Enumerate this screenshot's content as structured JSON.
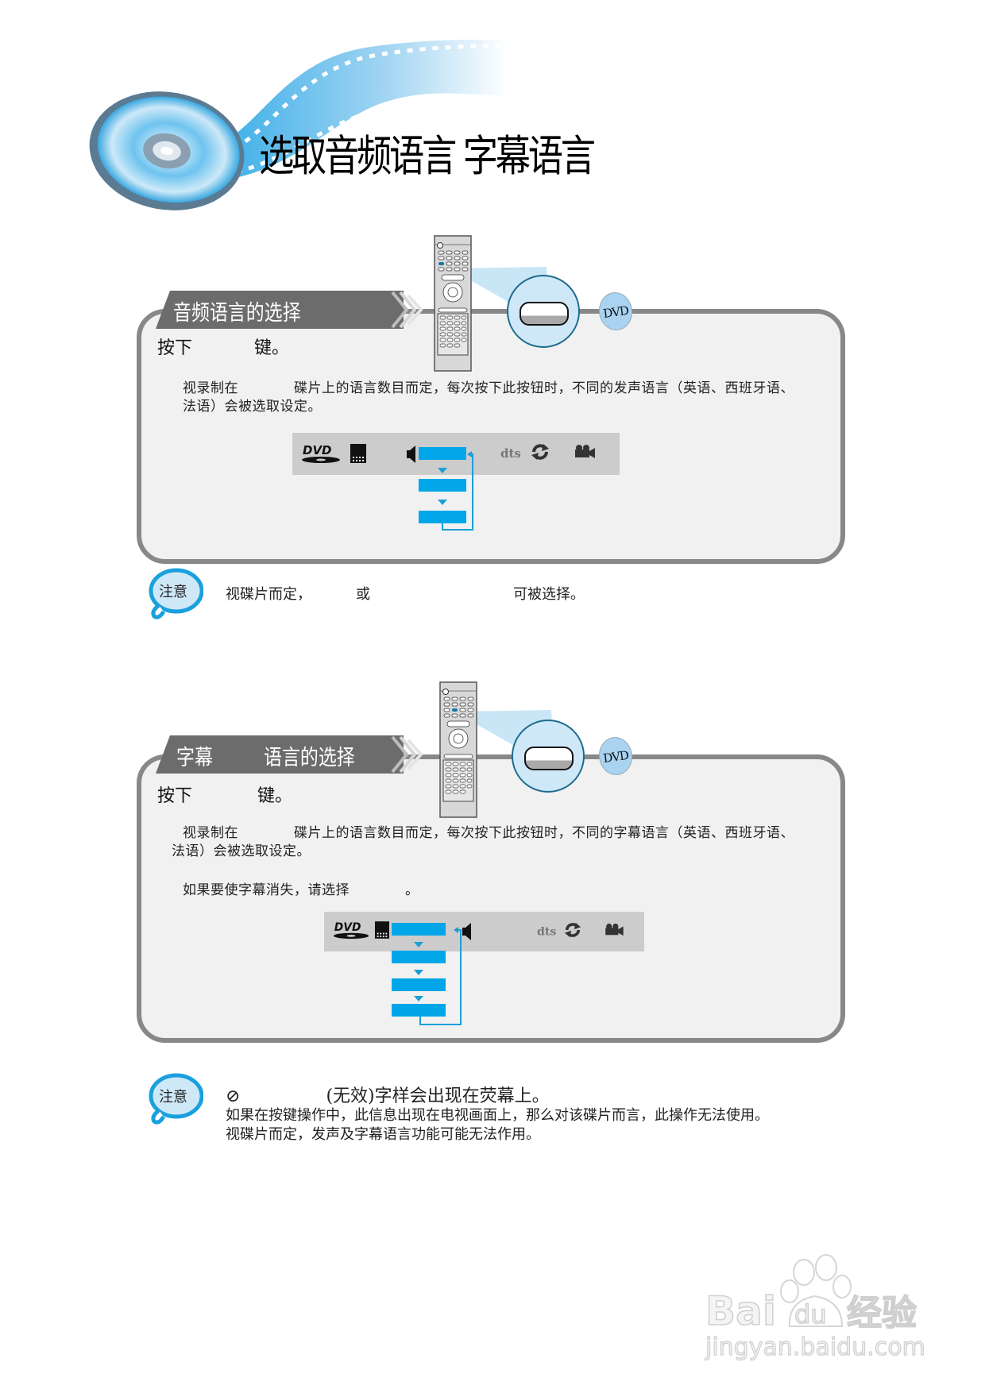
{
  "page": {
    "title": "选取音频语言 字幕语言"
  },
  "sections": [
    {
      "header": "音频语言的选择",
      "press_prefix": "按下",
      "press_suffix": "键。",
      "badge": "DVD",
      "body_line1": "视录制在　　　　碟片上的语言数目而定，每次按下此按钮时，不同的发声语言（英语、西班牙语、",
      "body_line2": "法语）会被选取设定。",
      "osd_icons": [
        "dvd-logo",
        "subtitle",
        "speaker",
        "dts",
        "repeat",
        "camera"
      ],
      "osd_options": 3
    },
    {
      "header_part1": "字幕",
      "header_part2": "语言的选择",
      "press_prefix": "按下",
      "press_suffix": "键。",
      "badge": "DVD",
      "body_line1": "视录制在　　　　碟片上的语言数目而定，每次按下此按钮时，不同的字幕语言（英语、西班牙语、",
      "body_line2": "法语）会被选取设定。",
      "body_line3": "如果要使字幕消失，请选择　　　　。",
      "osd_icons": [
        "dvd-logo",
        "subtitle",
        "speaker",
        "dts",
        "repeat",
        "camera"
      ],
      "osd_options": 4
    }
  ],
  "notes": [
    {
      "label": "注意",
      "part1": "视碟片而定，",
      "part2": "或",
      "part3": "可被选择。"
    },
    {
      "label": "注意",
      "symbol": "⊘",
      "line1": "(无效)字样会出现在荧幕上。",
      "line2": "如果在按键操作中，此信息出现在电视画面上，那么对该碟片而言，此操作无法使用。",
      "line3": "视碟片而定，发声及字幕语言功能可能无法作用。"
    }
  ],
  "watermark": {
    "brand": "Bai du 经验",
    "url": "jingyan.baidu.com"
  },
  "colors": {
    "accent_blue": "#00a6e8",
    "panel_border": "#888888",
    "panel_bg": "#f1f1f1",
    "header_bg": "#6c6c6c",
    "osd_bg": "#cccccc"
  }
}
